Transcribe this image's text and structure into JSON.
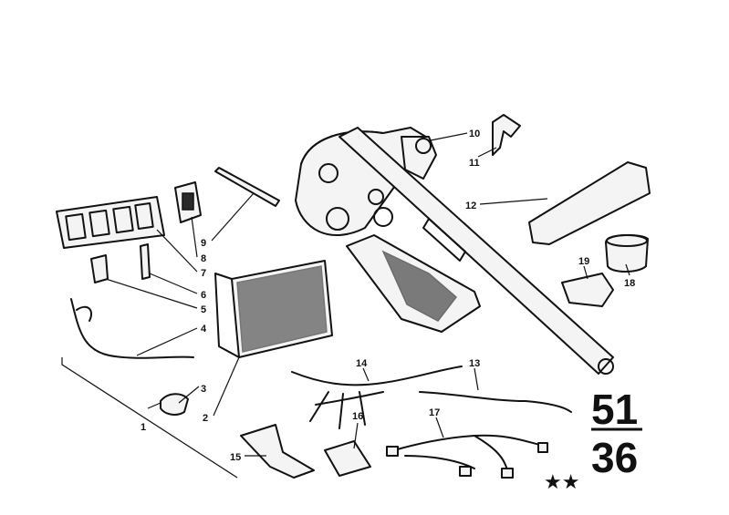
{
  "callouts": {
    "c1": "1",
    "c2": "2",
    "c3": "3",
    "c4": "4",
    "c5": "5",
    "c6": "6",
    "c7": "7",
    "c8": "8",
    "c9": "9",
    "c10": "10",
    "c11": "11",
    "c12": "12",
    "c13": "13",
    "c14": "14",
    "c15": "15",
    "c16": "16",
    "c17": "17",
    "c18": "18",
    "c19": "19"
  },
  "group": {
    "main": "51",
    "sub": "36",
    "stars": "★★"
  }
}
